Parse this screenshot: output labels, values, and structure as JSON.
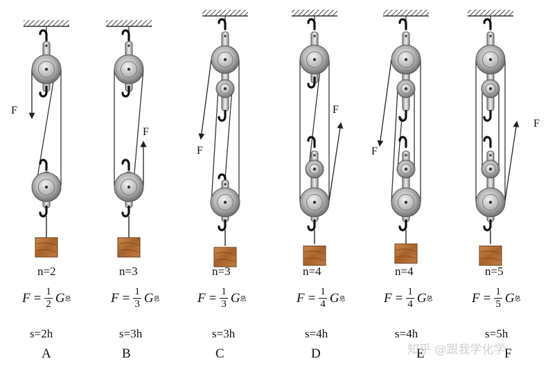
{
  "diagrams": [
    {
      "label": "A",
      "n": "n=2",
      "numerator": "1",
      "denominator": "2",
      "s": "s=2h",
      "force": "F"
    },
    {
      "label": "B",
      "n": "n=3",
      "numerator": "1",
      "denominator": "3",
      "s": "s=3h",
      "force": "F"
    },
    {
      "label": "C",
      "n": "n=3",
      "numerator": "1",
      "denominator": "3",
      "s": "s=3h",
      "force": "F"
    },
    {
      "label": "D",
      "n": "n=4",
      "numerator": "1",
      "denominator": "4",
      "s": "s=4h",
      "force": "F"
    },
    {
      "label": "E",
      "n": "n=4",
      "numerator": "1",
      "denominator": "4",
      "s": "s=4h",
      "force": "F"
    },
    {
      "label": "F",
      "n": "n=5",
      "numerator": "1",
      "denominator": "5",
      "s": "s=5h",
      "force": "F"
    }
  ],
  "formula": {
    "lhs": "F",
    "eq": "=",
    "G": "G",
    "sub": "总"
  },
  "watermark": "知乎 @跟我学化学",
  "colors": {
    "pulley": "#9a9a9a",
    "rope": "#333333",
    "block": "#b5703a",
    "ceiling": "#444444"
  }
}
